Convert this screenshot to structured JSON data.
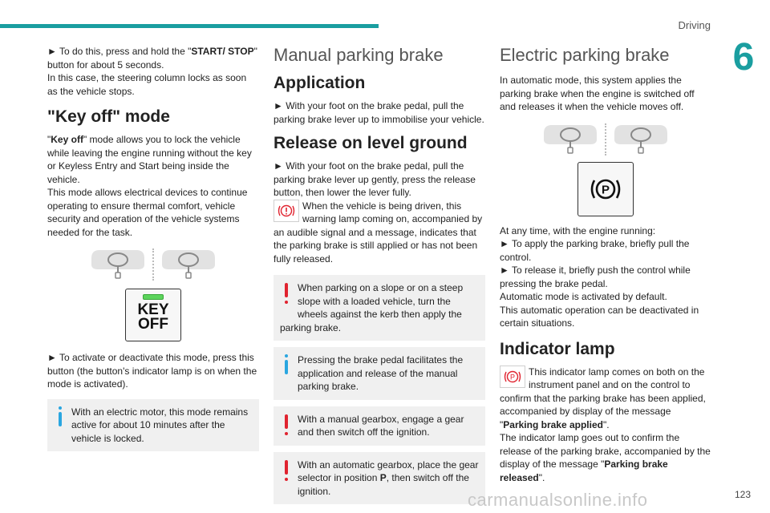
{
  "header": {
    "section_label": "Driving",
    "chapter_number": "6",
    "page_number": "123",
    "accent_color": "#1a9ea0"
  },
  "watermark": "carmanualsonline.info",
  "col1": {
    "p1_pre": "► To do this, press and hold the \"",
    "p1_bold": "START/ STOP",
    "p1_post": "\" button for about 5 seconds.",
    "p2": "In this case, the steering column locks as soon as the vehicle stops.",
    "heading": "\"Key off\" mode",
    "p3_pre": "\"",
    "p3_bold": "Key off",
    "p3_post": "\" mode allows you to lock the vehicle while leaving the engine running without the key or Keyless Entry and Start being inside the vehicle.",
    "p4": "This mode allows electrical devices to continue operating to ensure thermal comfort, vehicle security and operation of the vehicle systems needed for the task.",
    "key_line1": "KEY",
    "key_line2": "OFF",
    "p5": "► To activate or deactivate this mode, press this button (the button's indicator lamp is on when the mode is activated).",
    "note": "With an electric motor, this mode remains active for about 10 minutes after the vehicle is locked."
  },
  "col2": {
    "title": "Manual parking brake",
    "h_application": "Application",
    "p_application": "► With your foot on the brake pedal, pull the parking brake lever up to immobilise your vehicle.",
    "h_release": "Release on level ground",
    "p_release": "► With your foot on the brake pedal, pull the parking brake lever up gently, press the release button, then lower the lever fully.",
    "p_lamp": "When the vehicle is being driven, this warning lamp coming on, accompanied by an audible signal and a message, indicates that the parking brake is still applied or has not been fully released.",
    "note1": "When parking on a slope or on a steep slope with a loaded vehicle, turn the wheels against the kerb then apply the parking brake.",
    "note2": "Pressing the brake pedal facilitates the application and release of the manual parking brake.",
    "note3": "With a manual gearbox, engage a gear and then switch off the ignition.",
    "note4_pre": "With an automatic gearbox, place the gear selector in position ",
    "note4_bold": "P",
    "note4_post": ", then switch off the ignition."
  },
  "col3": {
    "title": "Electric parking brake",
    "p1": "In automatic mode, this system applies the parking brake when the engine is switched off and releases it when the vehicle moves off.",
    "p2": "At any time, with the engine running:",
    "p3": "► To apply the parking brake, briefly pull the control.",
    "p4": "► To release it, briefly push the control while pressing the brake pedal.",
    "p5": "Automatic mode is activated by default.",
    "p6": "This automatic operation can be deactivated in certain situations.",
    "h_indicator": "Indicator lamp",
    "p7_pre": "This indicator lamp comes on both on the instrument panel and on the control to confirm that the parking brake has been applied, accompanied by display of the message \"",
    "p7_bold": "Parking brake applied",
    "p7_post": "\".",
    "p8_pre": "The indicator lamp goes out to confirm the release of the parking brake, accompanied by the display of the message \"",
    "p8_bold": "Parking brake released",
    "p8_post": "\"."
  },
  "icons": {
    "warning_color": "#e0232f",
    "info_color": "#2aa6e0",
    "key_led_color": "#5cd45c"
  }
}
